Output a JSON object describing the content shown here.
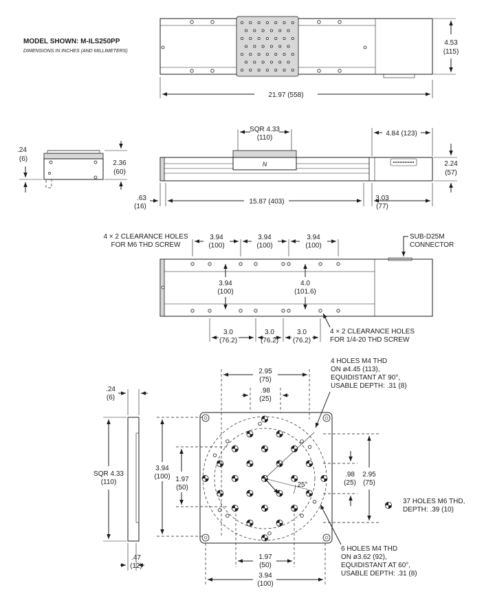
{
  "header": {
    "model": "MODEL SHOWN: M-ILS250PP",
    "units_note": "DIMENSIONS IN INCHES (AND MILLIMETERS)"
  },
  "top_view": {
    "height": "4.53",
    "height_mm": "(115)",
    "length": "21.97 (558)"
  },
  "side_view": {
    "carriage_sqr": "SQR 4.33",
    "carriage_sqr_mm": "(110)",
    "motor_len": "4.84 (123)",
    "body_height": "2.24",
    "body_height_mm": "(57)",
    "left_offset": ".63",
    "left_offset_mm": "(16)",
    "travel_len": "15.87 (403)",
    "right_offset": "3.03",
    "right_offset_mm": "(77)"
  },
  "end_view": {
    "top_thk": ".24",
    "top_thk_mm": "(6)",
    "height": "2.36",
    "height_mm": "(60)"
  },
  "bottom_view": {
    "m6_note_1": "4 × 2 CLEARANCE HOLES",
    "m6_note_2": "FOR M6 THD SCREW",
    "spacing_top": [
      "3.94",
      "3.94",
      "3.94"
    ],
    "spacing_top_mm": [
      "(100)",
      "(100)",
      "(100)"
    ],
    "connector_1": "SUB-D25M",
    "connector_2": "CONNECTOR",
    "vert_a": "3.94",
    "vert_a_mm": "(100)",
    "vert_b": "4.0",
    "vert_b_mm": "(101.6)",
    "spacing_bottom": [
      "3.0",
      "3.0",
      "3.0"
    ],
    "spacing_bottom_mm": [
      "(76.2)",
      "(76.2)",
      "(76.2)"
    ],
    "quarter_note_1": "4 × 2 CLEARANCE HOLES",
    "quarter_note_2": "FOR 1/4-20 THD SCREW"
  },
  "carriage_detail": {
    "thk": ".24",
    "thk_mm": "(6)",
    "sqr": "SQR 4.33",
    "sqr_mm": "(110)",
    "lip": ".47",
    "lip_mm": "(12)",
    "top_width": "2.95",
    "top_width_mm": "(75)",
    "top_pitch": ".98",
    "top_pitch_mm": "(25)",
    "left_outer": "3.94",
    "left_outer_mm": "(100)",
    "left_inner": "1.97",
    "left_inner_mm": "(50)",
    "right_pitch": ".98",
    "right_pitch_mm": "(25)",
    "right_width": "2.95",
    "right_width_mm": "(75)",
    "angle": "25°",
    "bottom_inner": "1.97",
    "bottom_inner_mm": "(50)",
    "bottom_outer": "3.94",
    "bottom_outer_mm": "(100)",
    "m4_4_note": [
      "4 HOLES M4 THD",
      "ON ø4.45 (113),",
      "EQUIDISTANT AT 90°,",
      "USABLE DEPTH: .31 (8)"
    ],
    "m6_37_note": [
      "37 HOLES M6 THD,",
      "DEPTH: .39 (10)"
    ],
    "m4_6_note": [
      "6 HOLES M4 THD",
      "ON ø3.62 (92),",
      "EQUIDISTANT AT 60°,",
      "USABLE DEPTH: .31 (8)"
    ]
  }
}
